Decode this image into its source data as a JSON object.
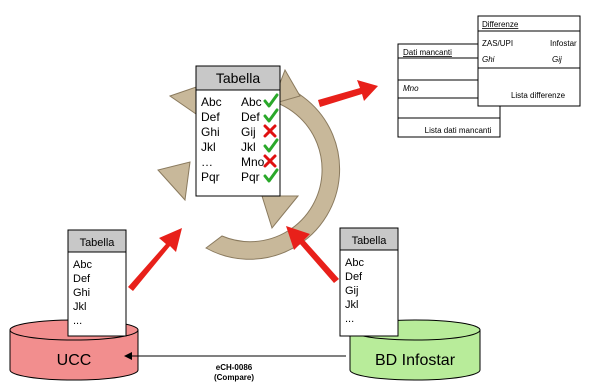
{
  "central_table": {
    "header": "Tabella",
    "rows": [
      {
        "left": "Abc",
        "right": "Abc",
        "mark": "check"
      },
      {
        "left": "Def",
        "right": "Def",
        "mark": "check"
      },
      {
        "left": "Ghi",
        "right": "Gij",
        "mark": "cross"
      },
      {
        "left": "Jkl",
        "right": "Jkl",
        "mark": "check"
      },
      {
        "left": "…",
        "right": "Mno",
        "mark": "cross"
      },
      {
        "left": "Pqr",
        "right": "Pqr",
        "mark": "check"
      }
    ]
  },
  "ucc_table": {
    "header": "Tabella",
    "rows": [
      "Abc",
      "Def",
      "Ghi",
      "Jkl",
      "..."
    ]
  },
  "infostar_table": {
    "header": "Tabella",
    "rows": [
      "Abc",
      "Def",
      "Gij",
      "Jkl",
      "..."
    ]
  },
  "databases": {
    "ucc": "UCC",
    "infostar": "BD Infostar"
  },
  "compare": {
    "line1": "eCH-0086",
    "line2": "(Compare)"
  },
  "missing_data": {
    "title": "Dati mancanti",
    "item": "Mno",
    "caption": "Lista dati mancanti"
  },
  "differences": {
    "title": "Differenze",
    "col1": "ZAS/UPI",
    "col2": "Infostar",
    "val1": "Ghi",
    "val2": "Gij",
    "caption": "Lista differenze"
  },
  "colors": {
    "cycle": "#c8b89a",
    "cycle_stroke": "#8a7a5e",
    "arrow_red": "#e8201a",
    "ucc_fill": "#f28e8e",
    "infostar_fill": "#b8ec9a",
    "header_fill": "#c8c8c8",
    "check": "#2aa82a",
    "cross": "#e01010"
  }
}
